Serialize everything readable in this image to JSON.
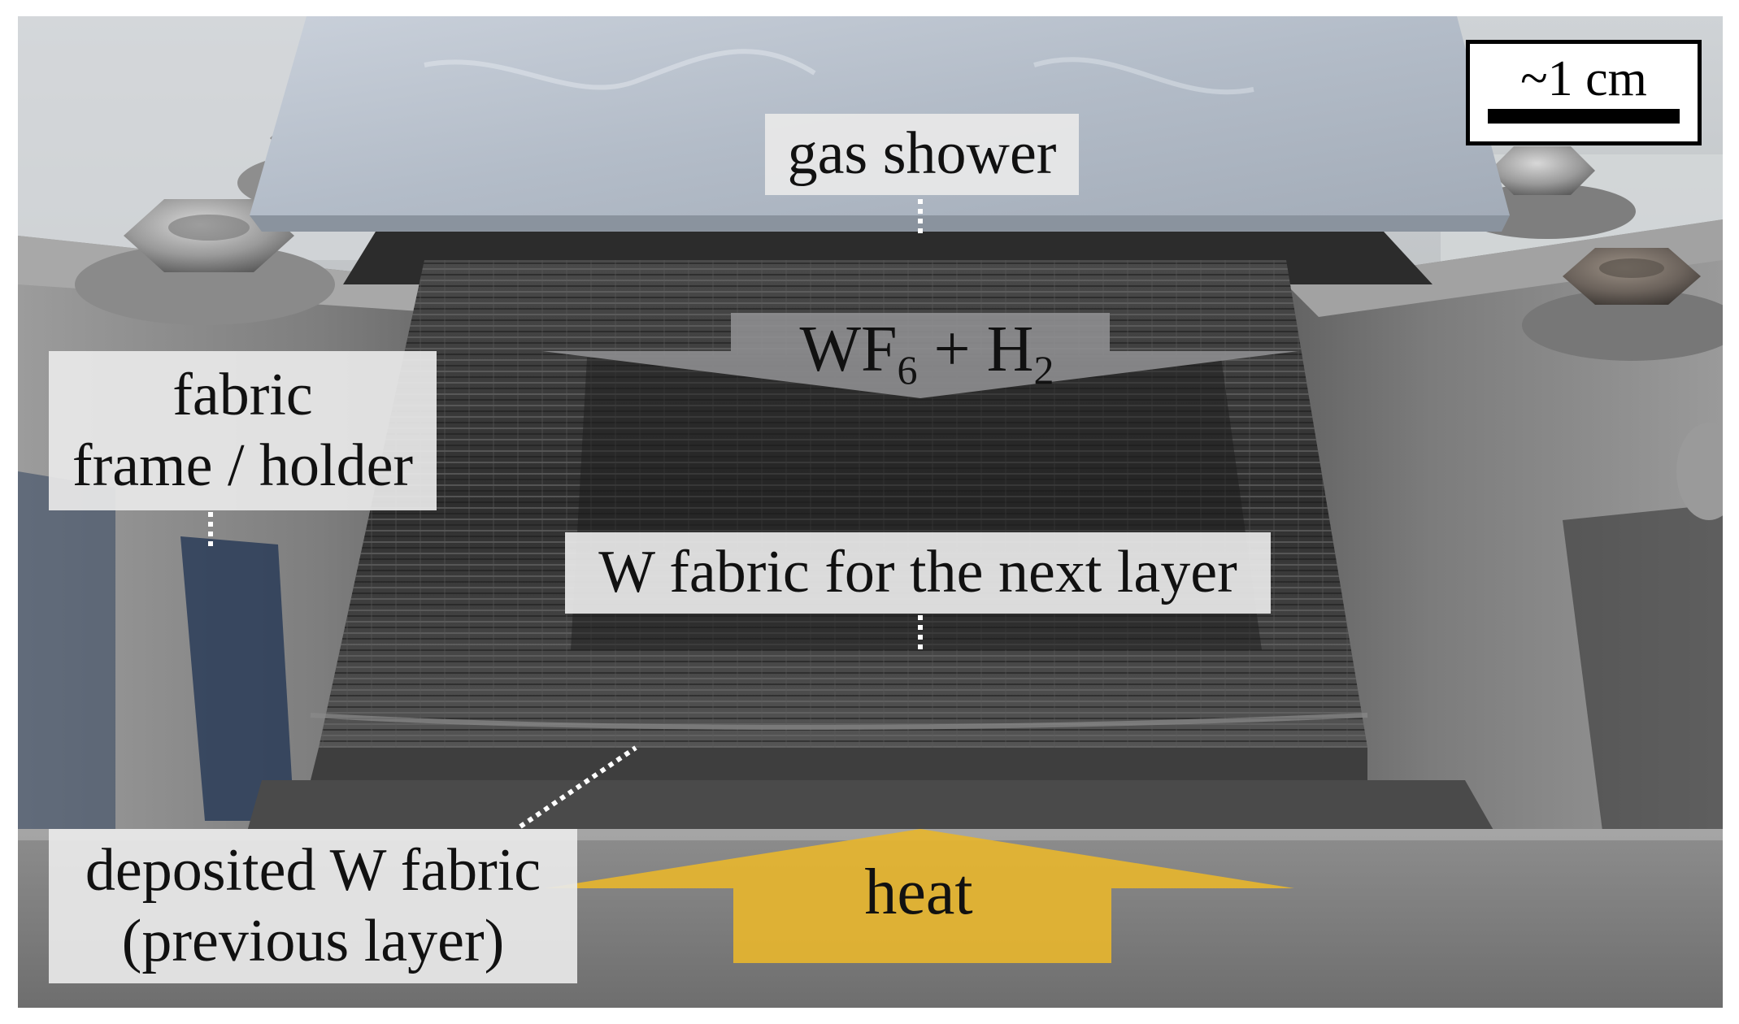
{
  "labels": {
    "gas_shower": "gas shower",
    "fabric_holder_line1": "fabric",
    "fabric_holder_line2": "frame / holder",
    "next_layer": "W fabric for the next layer",
    "deposited_line1": "deposited W fabric",
    "deposited_line2": "(previous layer)"
  },
  "arrows": {
    "gas_flow": {
      "base1": "WF",
      "sub1": "6",
      "join": " + H",
      "sub2": "2"
    },
    "heat": "heat"
  },
  "scale_bar": {
    "label": "~1 cm"
  },
  "colors": {
    "label_box": "#e8e8e8",
    "gas_arrow": "#8e8e90",
    "heat_arrow": "#e6b52f",
    "fabric": "#3a3a3a",
    "metal_frame": "#8a8a8a",
    "gas_shower": "#b9c1cc"
  }
}
